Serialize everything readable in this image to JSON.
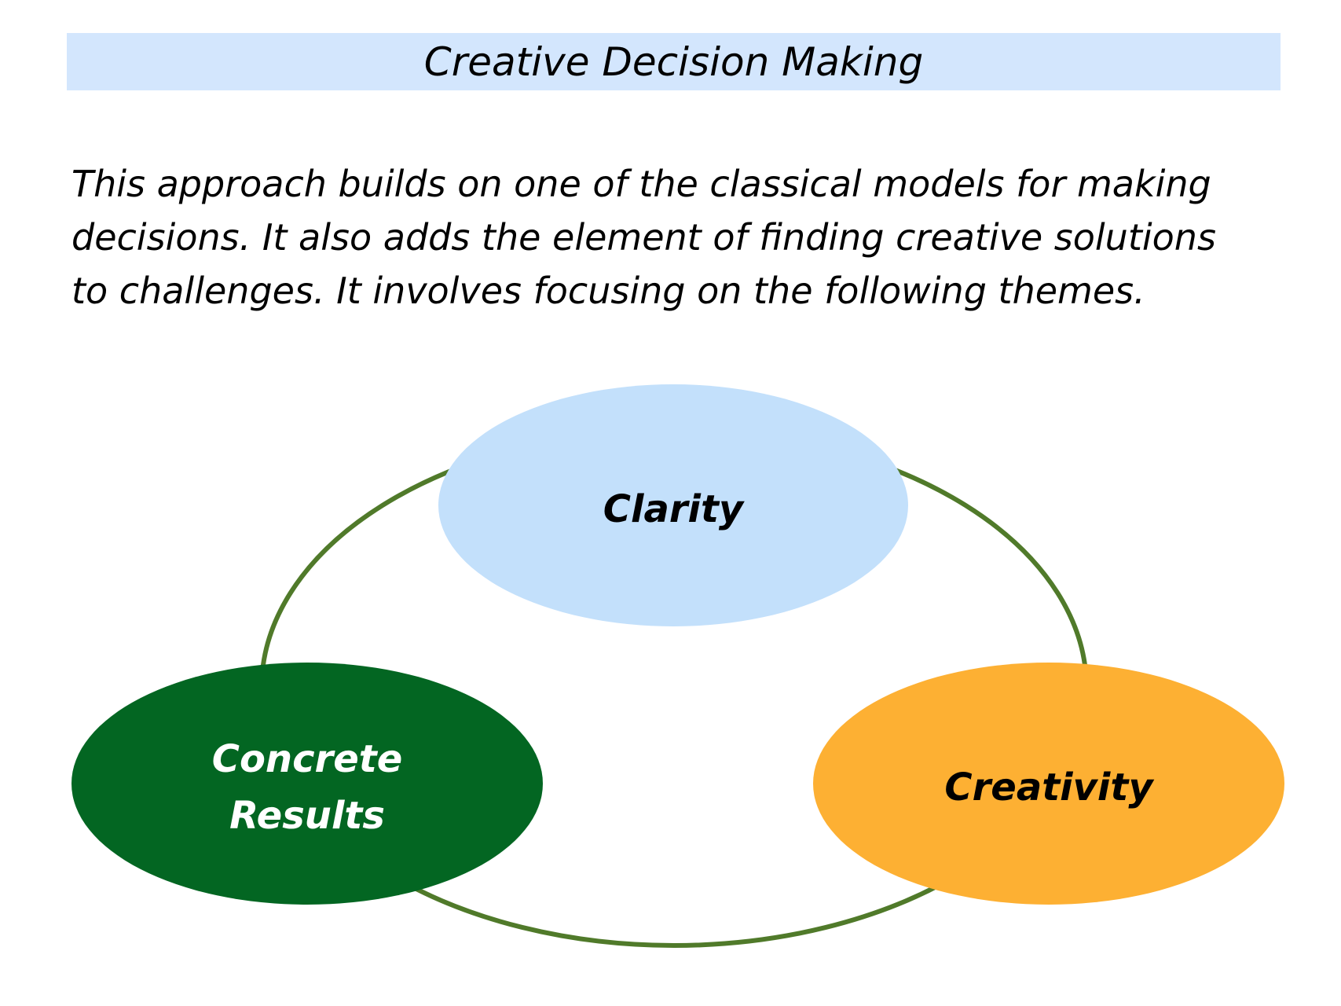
{
  "title": "Creative Decision Making",
  "intro_lines": [
    "This approach builds on one of the classical models for making",
    "decisions. It also adds the element of finding creative solutions",
    "to challenges. It involves focusing on the following themes."
  ],
  "themes": {
    "clarity": {
      "label": "Clarity",
      "color": "#c3e0fb",
      "text_color": "#000000"
    },
    "concrete_results": {
      "line1": "Concrete",
      "line2": "Results",
      "color": "#036622",
      "text_color": "#ffffff"
    },
    "creativity": {
      "label": "Creativity",
      "color": "#fdb033",
      "text_color": "#000000"
    }
  },
  "connector_color": "#507a2a",
  "title_bar_color": "#d3e6fd"
}
